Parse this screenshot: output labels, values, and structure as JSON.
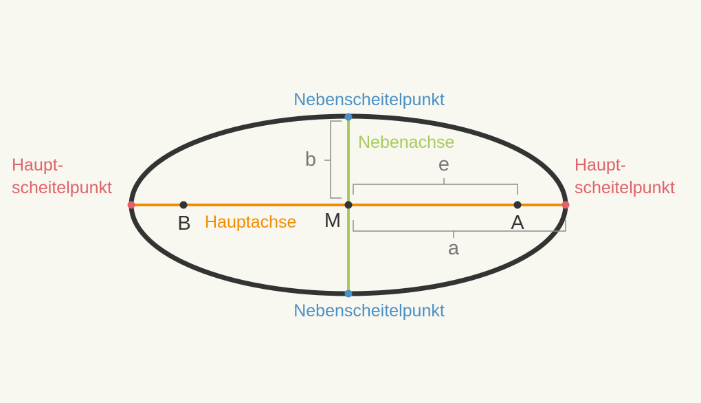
{
  "labels": {
    "minor_vertex_top": "Nebenscheitelpunkt",
    "minor_vertex_bottom": "Nebenscheitelpunkt",
    "major_vertex_left_line1": "Haupt-",
    "major_vertex_left_line2": "scheitelpunkt",
    "major_vertex_right_line1": "Haupt-",
    "major_vertex_right_line2": "scheitelpunkt",
    "minor_axis": "Nebenachse",
    "major_axis": "Hauptachse",
    "b": "b",
    "e": "e",
    "a": "a",
    "B": "B",
    "M": "M",
    "A": "A"
  },
  "colors": {
    "background": "#f8f8f1",
    "ellipse": "#333333",
    "major_axis": "#f28c00",
    "minor_axis": "#a8cb5c",
    "major_vertex": "#e0626b",
    "minor_vertex": "#4a90c6",
    "bracket": "#8c8c8c",
    "label_gray": "#777777",
    "point": "#333333"
  }
}
